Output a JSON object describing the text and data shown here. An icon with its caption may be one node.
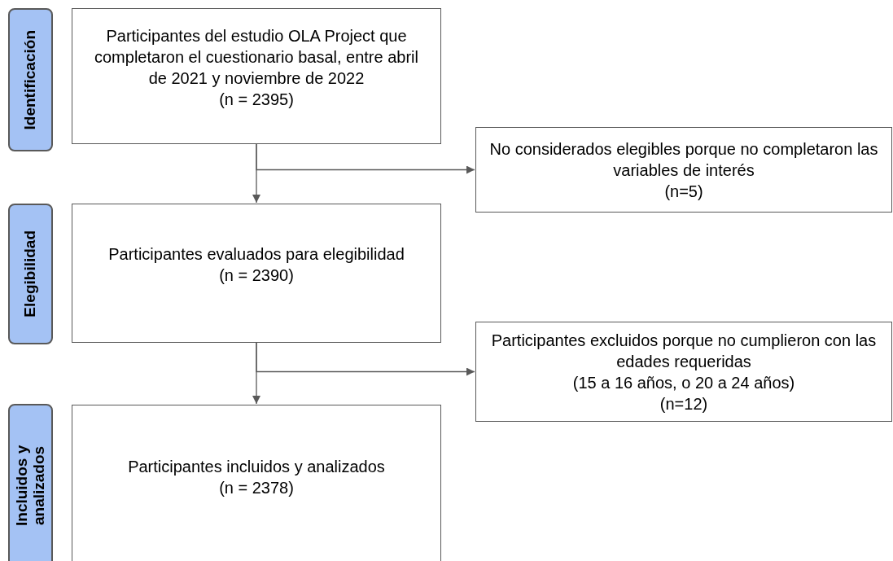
{
  "diagram": {
    "nodes": [
      {
        "text": [
          "Identificación"
        ]
      },
      {
        "text": [
          "Participantes del estudio OLA Project que completaron el cuestionario basal, entre abril de 2021 y noviembre de 2022",
          "(n = 2395)"
        ]
      },
      {
        "text": [
          "No considerados elegibles porque no completaron las variables de interés",
          "(n=5)"
        ]
      },
      {
        "text": [
          "Elegibilidad"
        ]
      },
      {
        "text": [
          "Participantes evaluados para elegibilidad",
          "(n = 2390)"
        ]
      },
      {
        "text": [
          "Participantes excluidos porque no cumplieron con las edades requeridas",
          "(15 a 16 años, o 20 a 24 años)",
          "(n=12)"
        ]
      },
      {
        "text": [
          "Incluidos y analizados"
        ]
      },
      {
        "text": [
          "Participantes incluidos y analizados",
          "(n = 2378)"
        ]
      }
    ],
    "edges": [
      {
        "from": 1,
        "to": 4,
        "arrow": "to"
      },
      {
        "from": 1,
        "to": 2,
        "arrow": "to"
      },
      {
        "from": 4,
        "to": 7,
        "arrow": "to"
      },
      {
        "from": 4,
        "to": 5,
        "arrow": "to"
      }
    ]
  }
}
